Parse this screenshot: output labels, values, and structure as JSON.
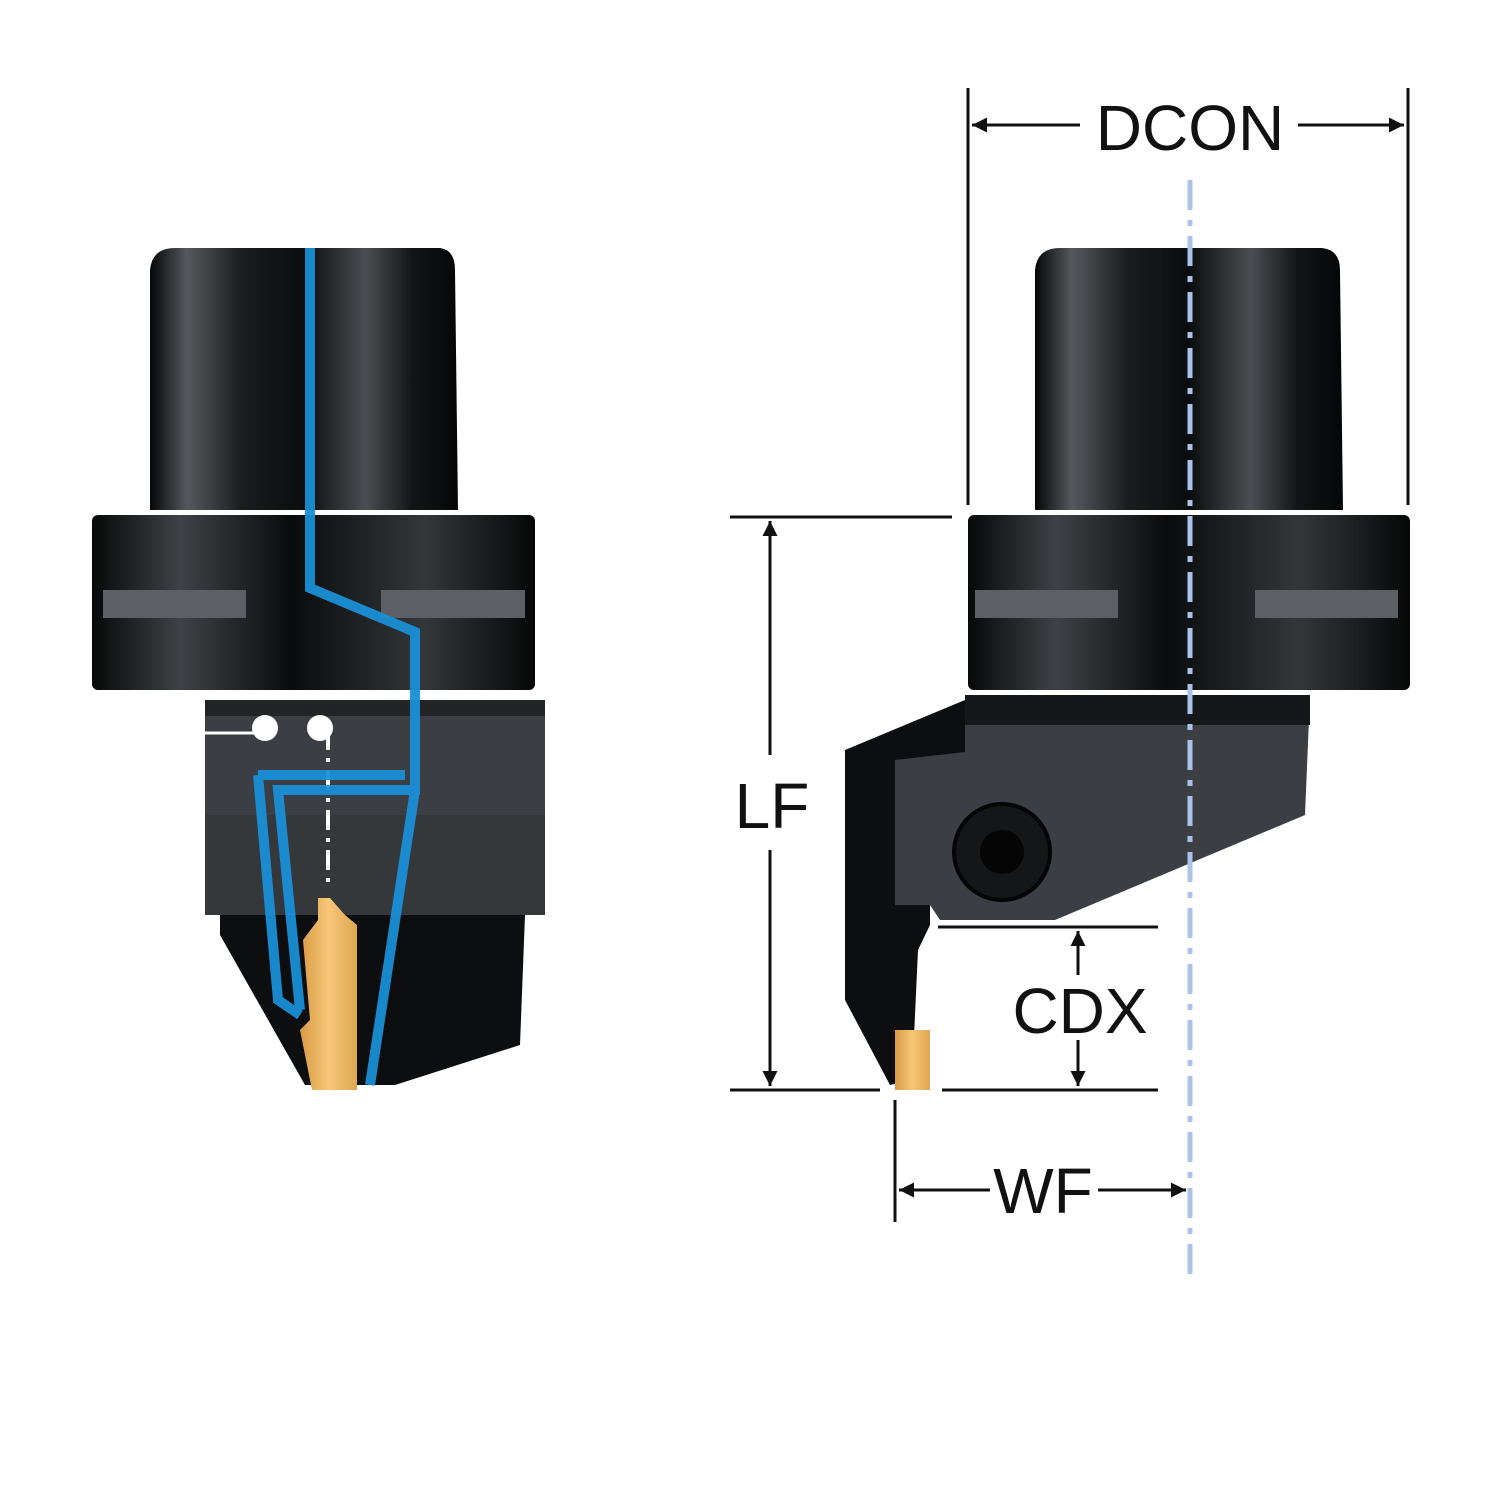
{
  "labels": {
    "dcon": "DCON",
    "lf": "LF",
    "cdx": "CDX",
    "wf": "WF"
  },
  "colors": {
    "body_dark": "#0c0d0f",
    "body_mid": "#3b3e42",
    "coolant": "#1a8fd6",
    "insert": "#f0b860",
    "centerline": "#a9c4e8",
    "dimension": "#111111"
  }
}
